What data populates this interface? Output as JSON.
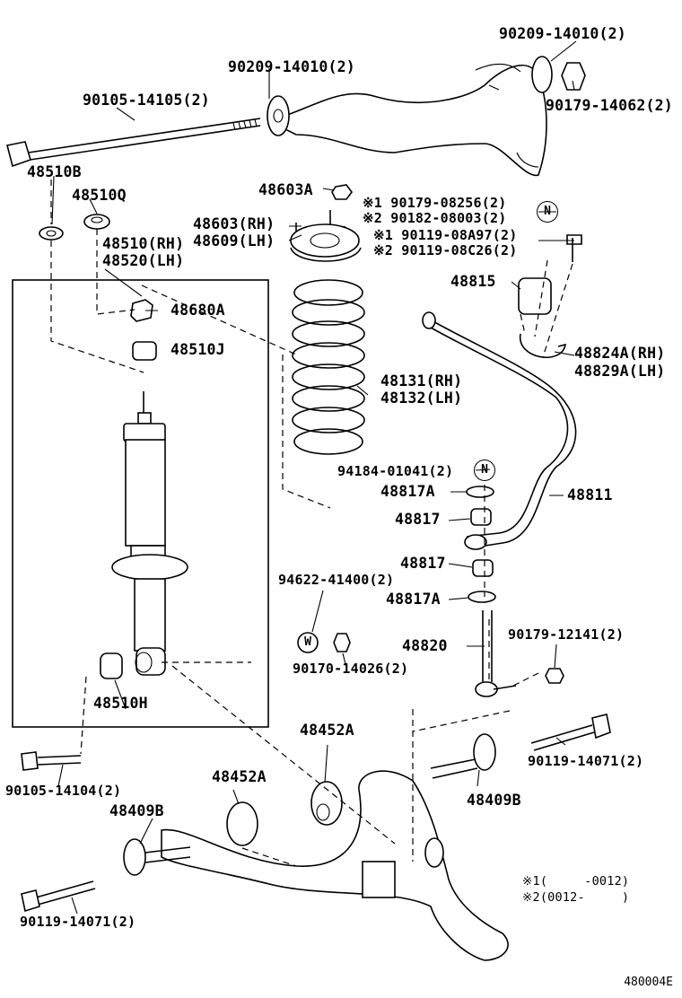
{
  "diagram_code": "480004E",
  "notes": {
    "note1": "※1(　　　-0012)",
    "note2": "※2(0012-　　　)"
  },
  "labels": {
    "l_90209_top": "90209-14010(2)",
    "l_90209_mid": "90209-14010(2)",
    "l_90179_14062": "90179-14062(2)",
    "l_90105_14105": "90105-14105(2)",
    "l_48510B": "48510B",
    "l_48510Q": "48510Q",
    "l_48603A": "48603A",
    "l_48603": "48603(RH)",
    "l_48609": "48609(LH)",
    "l_48510": "48510(RH)",
    "l_48520": "48520(LH)",
    "l_90179_08256": "※1 90179-08256(2)",
    "l_90182_08003": "※2 90182-08003(2)",
    "l_90119_08A97": "※1 90119-08A97(2)",
    "l_90119_08C26": "※2 90119-08C26(2)",
    "l_48815": "48815",
    "l_48680A": "48680A",
    "l_48510J": "48510J",
    "l_48824A": "48824A(RH)",
    "l_48829A": "48829A(LH)",
    "l_48131": "48131(RH)",
    "l_48132": "48132(LH)",
    "l_94184": "94184-01041(2)",
    "l_48817A_1": "48817A",
    "l_48811": "48811",
    "l_48817_1": "48817",
    "l_48817_2": "48817",
    "l_48817A_2": "48817A",
    "l_94622": "94622-41400(2)",
    "l_90170": "90170-14026(2)",
    "l_48820": "48820",
    "l_90179_12141": "90179-12141(2)",
    "l_48510H": "48510H",
    "l_48452A_1": "48452A",
    "l_90119_14071_r": "90119-14071(2)",
    "l_90105_14104": "90105-14104(2)",
    "l_48452A_2": "48452A",
    "l_48409B_l": "48409B",
    "l_48409B_r": "48409B",
    "l_90119_14071_l": "90119-14071(2)"
  },
  "symbols": {
    "n_top": "N",
    "n_mid": "N",
    "w": "W"
  }
}
